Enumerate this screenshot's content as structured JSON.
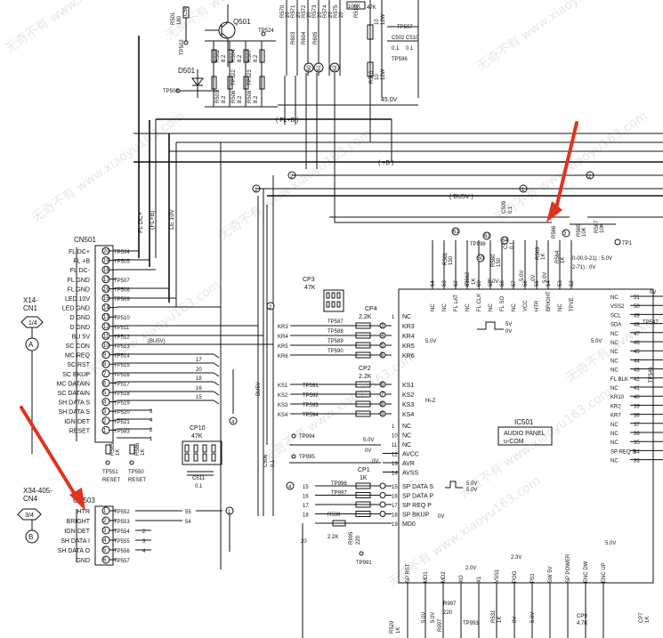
{
  "transistor": {
    "ref": "Q501"
  },
  "top_labels": {
    "r_top": [
      "R50",
      "180",
      "C5"
    ],
    "testpoints_top": [
      "TP502",
      "TP524",
      "TP503",
      "TP597",
      "TP596"
    ],
    "diode": "D501",
    "resistors_vert": [
      "R502",
      "8.2",
      "R504",
      "8.2",
      "R507",
      "8.2",
      "R503",
      "8.2",
      "R506",
      "8.2",
      "R508",
      "8.2",
      "TP522",
      "TP523"
    ],
    "r571": [
      "R570",
      "R571",
      "R572",
      "R573",
      "R574",
      "R575",
      "R603",
      "R604",
      "R605",
      "20"
    ],
    "r512": [
      "R512",
      "10",
      "12W",
      "R510",
      "10",
      "12W",
      "100K",
      "47K",
      "C502",
      "0.1",
      "C510",
      "0.1"
    ],
    "small_circles": [
      "60",
      "61",
      "62"
    ],
    "voltage_45": "45.0V"
  },
  "nets": {
    "fl_plus_b": "FL+B",
    "plus_b": "+B",
    "bu5v": "BU5V",
    "bu5v_main": "(BU5V)",
    "fl_dc": "FL DC+",
    "fl_b": "FL+B",
    "le10v": "LE 10V",
    "bu5v_vert": "BU5V"
  },
  "watermark": "无奇不有 www.xiaoyu163.com",
  "cn501": {
    "ref": "CN501",
    "tag": "X14-\nCN1",
    "page": "1/4",
    "circle": "A",
    "pins": [
      {
        "n": "20",
        "name": "FL DC+",
        "tp": "TP504"
      },
      {
        "n": "19",
        "name": "FL +B",
        "tp": "TP505"
      },
      {
        "n": "18",
        "name": "FL DC-",
        "tp": ""
      },
      {
        "n": "17",
        "name": "FL GND",
        "tp": "TP507"
      },
      {
        "n": "16",
        "name": "FL GND",
        "tp": "TP508"
      },
      {
        "n": "15",
        "name": "LED 10V",
        "tp": "TP509"
      },
      {
        "n": "14",
        "name": "LED GND",
        "tp": ""
      },
      {
        "n": "13",
        "name": "D GND",
        "tp": "TP510"
      },
      {
        "n": "12",
        "name": "D GND",
        "tp": "TP511"
      },
      {
        "n": "11",
        "name": "BU 5V",
        "tp": "TP512"
      },
      {
        "n": "10",
        "name": "SC CON",
        "tp": "TP513"
      },
      {
        "n": "9",
        "name": "MC REQ",
        "tp": "TP514"
      },
      {
        "n": "8",
        "name": "SC RST",
        "tp": "TP515"
      },
      {
        "n": "7",
        "name": "SC BKUP",
        "tp": "TP516"
      },
      {
        "n": "6",
        "name": "MC DATAIN",
        "tp": "TP517"
      },
      {
        "n": "5",
        "name": "SC DATAIN",
        "tp": "TP518"
      },
      {
        "n": "4",
        "name": "SH DATA S",
        "tp": "TP519"
      },
      {
        "n": "3",
        "name": "SH DATA S",
        "tp": "TP520"
      },
      {
        "n": "2",
        "name": "IGN-DET",
        "tp": "TP521"
      },
      {
        "n": "1",
        "name": "RESET",
        "tp": "TP583"
      }
    ],
    "bottom": [
      "R585",
      "1K",
      "R586",
      "1K",
      "TP551",
      "RESET",
      "TP550",
      "RESET"
    ]
  },
  "cn503": {
    "ref": "CN503",
    "tag": "X34-405-\nCN4",
    "page": "3/4",
    "circle": "B",
    "pins": [
      {
        "n": "1",
        "name": "HTR",
        "tp": "TP552"
      },
      {
        "n": "2",
        "name": "BRIGHT",
        "tp": "TP553"
      },
      {
        "n": "3",
        "name": "IGN-DET",
        "tp": "TP554"
      },
      {
        "n": "4",
        "name": "SH DATA I",
        "tp": "TP555"
      },
      {
        "n": "5",
        "name": "SH DATA O",
        "tp": "TP556"
      },
      {
        "n": "6",
        "name": "GND",
        "tp": "TP557"
      }
    ]
  },
  "cp10": {
    "ref": "CP10",
    "val": "47K",
    "c511": "C511",
    "c511v": "0.1"
  },
  "cp3": {
    "ref": "CP3",
    "val": "47K"
  },
  "cp4": {
    "ref": "CP4",
    "val": "2.2K"
  },
  "cp2": {
    "ref": "CP2",
    "val": "2.2K"
  },
  "cp1": {
    "ref": "CP1",
    "val": "1K"
  },
  "kr_rows": [
    {
      "tp": "TP587",
      "kr": "KR3",
      "pin": "3",
      "name": "KR3"
    },
    {
      "tp": "TP588",
      "kr": "KR4",
      "pin": "4",
      "name": "KR4"
    },
    {
      "tp": "TP589",
      "kr": "KR5",
      "pin": "5",
      "name": "KR5"
    },
    {
      "tp": "TP590",
      "kr": "KR6",
      "pin": "6",
      "name": "KR6"
    }
  ],
  "ks_rows": [
    {
      "tp": "TP591",
      "ks": "KS1",
      "pin": "6",
      "name": "KS1"
    },
    {
      "tp": "TP592",
      "ks": "KS2",
      "pin": "7",
      "name": "KS2"
    },
    {
      "tp": "TP593",
      "ks": "KS3",
      "pin": "8",
      "name": "KS3"
    },
    {
      "tp": "TP594",
      "ks": "KS4",
      "pin": "9",
      "name": "KS4"
    }
  ],
  "ic": {
    "ref": "IC501",
    "name": "AUDIO PANEL\nu-COM",
    "left_pins": [
      {
        "n": "1",
        "name": "NC"
      },
      {
        "n": "10",
        "name": "NC"
      },
      {
        "n": "11",
        "name": "NC"
      },
      {
        "n": "12",
        "name": "AVCC"
      },
      {
        "n": "13",
        "name": "AVR"
      },
      {
        "n": "14",
        "name": "AVSS"
      }
    ],
    "serial_pins": [
      {
        "n": "15",
        "name": "SP DATA S",
        "tp": "TP996"
      },
      {
        "n": "16",
        "name": "SP DATA P",
        "tp": "TP997"
      },
      {
        "n": "17",
        "name": "SP REQ P",
        "tp": ""
      },
      {
        "n": "18",
        "name": "SP BKUP",
        "tp": ""
      },
      {
        "n": "19",
        "name": "MD0",
        "tp": ""
      }
    ],
    "top_pins": [
      "64",
      "63",
      "62",
      "61",
      "60",
      "59",
      "58",
      "57",
      "56",
      "55",
      "54",
      "53",
      "52"
    ],
    "top_names": [
      "NC",
      "NC",
      "FL LAT",
      "NC",
      "FL CLK",
      "NC",
      "FL SO",
      "NC",
      "VCC",
      "HTR",
      "BRIGHT",
      "NC",
      "TPVE"
    ],
    "right_pins": [
      {
        "n": "51",
        "name": "NC"
      },
      {
        "n": "50",
        "name": "VSS2"
      },
      {
        "n": "49",
        "name": "SCL"
      },
      {
        "n": "48",
        "name": "SDA"
      },
      {
        "n": "47",
        "name": "NC"
      },
      {
        "n": "46",
        "name": "NC"
      },
      {
        "n": "45",
        "name": "NC"
      },
      {
        "n": "44",
        "name": "NC"
      },
      {
        "n": "43",
        "name": "NC"
      },
      {
        "n": "42",
        "name": "FL BLK"
      },
      {
        "n": "41",
        "name": "NC"
      },
      {
        "n": "40",
        "name": "KR10"
      },
      {
        "n": "39",
        "name": "KR2"
      },
      {
        "n": "38",
        "name": "KR7"
      },
      {
        "n": "37",
        "name": "NC"
      },
      {
        "n": "36",
        "name": "NC"
      },
      {
        "n": "35",
        "name": "NC"
      },
      {
        "n": "34",
        "name": "SP REQ S"
      },
      {
        "n": "33",
        "name": "NC"
      }
    ],
    "bottom_names": [
      "SP RST",
      "MD1",
      "MD2",
      "XO",
      "X1",
      "VSS1",
      "POO",
      "P01",
      "SW 5V",
      "SP POWER",
      "ENC DW",
      "ENC UP"
    ],
    "bottom_pins": [
      "20",
      "21",
      "22",
      "23",
      "24",
      "25",
      "26",
      "27",
      "28",
      "29",
      "30",
      "31",
      "32"
    ]
  },
  "voltages": [
    "5.0V",
    "0V",
    "5.0V",
    "Hi-Z",
    "5.0V",
    "0V",
    "5.0V",
    "5.0V",
    "0V",
    "2.0V",
    "2.3V",
    "5.0V",
    "0V",
    "5.0V",
    "5.0V",
    "5.0V",
    "0V",
    "5.0V"
  ],
  "annot": {
    "fl_dc_note": "(0-00,0-21) : 5.0V\n(2-71) : 0V",
    "tp1": "TP1",
    "tp994": "TP994",
    "tp995": "TP995",
    "tp991": "TP991",
    "tp998": "TP998",
    "tp547": "TP547",
    "tp546": "TP546",
    "tp593": "TP993"
  },
  "small_parts": {
    "c506": [
      "C506",
      "0.1"
    ],
    "r539": [
      "R539",
      "2.2K"
    ],
    "r995": [
      "R995",
      "220"
    ],
    "r997": [
      "R997",
      "220"
    ],
    "r531": [
      "R531",
      "1K"
    ],
    "r529": [
      "R529",
      "1K"
    ],
    "cp9": [
      "CP9",
      "4.7K"
    ],
    "cp7": [
      "CP7",
      "1K"
    ],
    "r561": [
      "R561",
      "150"
    ],
    "r562": [
      "R562",
      "1K"
    ],
    "r560": [
      "R560",
      "150"
    ],
    "c509": [
      "C509",
      "0.1"
    ],
    "c508": [
      "C508",
      "0.1"
    ],
    "r563": [
      "R563",
      "1K"
    ],
    "r564": [
      "R564",
      "1K"
    ],
    "r565": [
      "R565",
      "10K"
    ],
    "r567": [
      "R567",
      "10K"
    ],
    "r566": [
      "R566",
      "10K"
    ]
  },
  "circ_nums": [
    "1",
    "2",
    "2",
    "4",
    "1",
    "2",
    "3",
    "4",
    "1"
  ],
  "node_nums": [
    "55",
    "54",
    "17",
    "20",
    "18",
    "16",
    "15",
    "15",
    "16",
    "17",
    "18",
    "61",
    "62",
    "60",
    "64"
  ]
}
